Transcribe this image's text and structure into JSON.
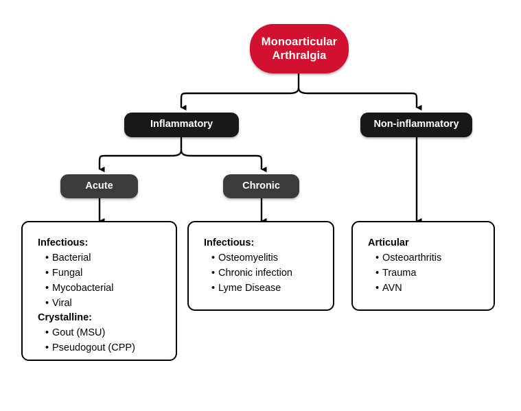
{
  "diagram": {
    "title": "Monoarticular Arthralgia diagnostic flowchart",
    "colors": {
      "root_fill": "#d2102f",
      "level1_fill": "#181818",
      "level2_fill": "#3b3b3b",
      "node_text": "#ffffff",
      "panel_border": "#000000",
      "panel_fill": "#ffffff",
      "edge_stroke": "#000000",
      "background": "#ffffff"
    },
    "nodes": {
      "root": {
        "label": "Monoarticular\nArthralgia",
        "line1": "Monoarticular",
        "line2": "Arthralgia"
      },
      "inflammatory": {
        "label": "Inflammatory"
      },
      "non_inflammatory": {
        "label": "Non-inflammatory"
      },
      "acute": {
        "label": "Acute"
      },
      "chronic": {
        "label": "Chronic"
      }
    },
    "panels": [
      {
        "id": "acute-panel",
        "groups": [
          {
            "heading": "Infectious:",
            "items": [
              "Bacterial",
              "Fungal",
              "Mycobacterial",
              "Viral"
            ]
          },
          {
            "heading": "Crystalline:",
            "items": [
              "Gout (MSU)",
              "Pseudogout (CPP)"
            ]
          }
        ]
      },
      {
        "id": "chronic-panel",
        "groups": [
          {
            "heading": "Infectious:",
            "items": [
              "Osteomyelitis",
              "Chronic infection",
              "Lyme Disease"
            ]
          }
        ]
      },
      {
        "id": "non-inflammatory-panel",
        "groups": [
          {
            "heading": "Articular",
            "items": [
              "Osteoarthritis",
              "Trauma",
              "AVN"
            ]
          }
        ]
      }
    ]
  }
}
